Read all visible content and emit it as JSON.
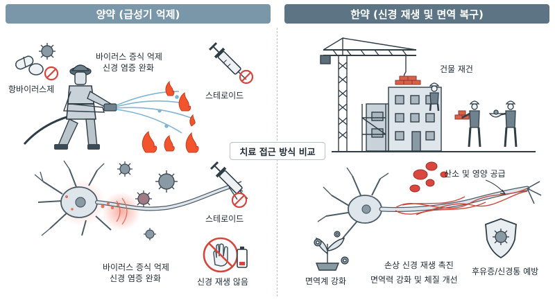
{
  "headers": {
    "left": "양약 (급성기 억제)",
    "right": "한약 (신경 재생 및 면역 복구)"
  },
  "center_label": "치료 접근 방식 비교",
  "left_top": {
    "antiviral": "항바이러스제",
    "effect_line1": "바이러스 증식 억제",
    "effect_line2": "신경 염증 완화",
    "steroid": "스테로이드"
  },
  "left_bottom": {
    "steroid": "스테로이드",
    "effect_line1": "바이러스 증식 억제",
    "effect_line2": "신경 염증 완화",
    "no_regen": "신경 재생 않음"
  },
  "right_top": {
    "rebuild": "건물 재건"
  },
  "right_bottom": {
    "oxygen": "산소 및 영양 공급",
    "immunity": "면역계 강화",
    "repair_line1": "손상 신경 재생 촉진",
    "repair_line2": "면역력 강화 및 체질 개선",
    "prevention": "후유증/신경통 예방"
  },
  "colors": {
    "header_left": "#7a96a9",
    "header_right": "#5d7484",
    "fire": "#f2542d",
    "virus": "#6b7f8c",
    "blood": "#d9473f",
    "prohibit": "#d6453b"
  },
  "icons": [
    "pill-icon",
    "virus-icon",
    "prohibit-icon",
    "syringe-icon",
    "firefighter-icon",
    "fire-icon",
    "crane-icon",
    "worker-icon",
    "neuron-icon",
    "hand-icon",
    "battery-icon",
    "plant-icon",
    "gear-icon",
    "shield-icon",
    "blood-cell-icon"
  ]
}
